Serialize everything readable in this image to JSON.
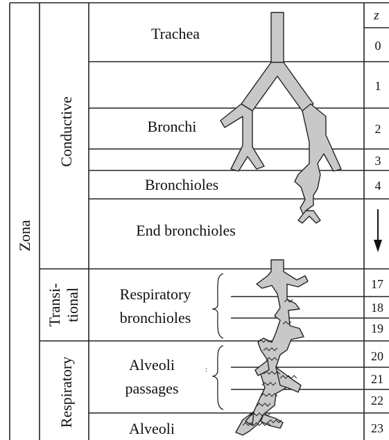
{
  "zone_label": "Zona",
  "zones": {
    "conductive": "Conductive",
    "transitional_line1": "Transi-",
    "transitional_line2": "tional",
    "respiratory": "Respiratory"
  },
  "z_header": "z",
  "structures": {
    "trachea": "Trachea",
    "bronchi": "Bronchi",
    "bronchioles": "Bronchioles",
    "end_bronchioles": "End bronchioles",
    "respiratory_bronchioles_line1": "Respiratory",
    "respiratory_bronchioles_line2": "bronchioles",
    "alveoli_passages_line1": "Alveoli",
    "alveoli_passages_line2": "passages",
    "alveoli": "Alveoli"
  },
  "z_values": {
    "z0": "0",
    "z1": "1",
    "z2": "2",
    "z3": "3",
    "z4": "4",
    "z17": "17",
    "z18": "18",
    "z19": "19",
    "z20": "20",
    "z21": "21",
    "z22": "22",
    "z23": "23"
  },
  "colors": {
    "airway_fill": "#c8c8c8",
    "line": "#222222"
  }
}
